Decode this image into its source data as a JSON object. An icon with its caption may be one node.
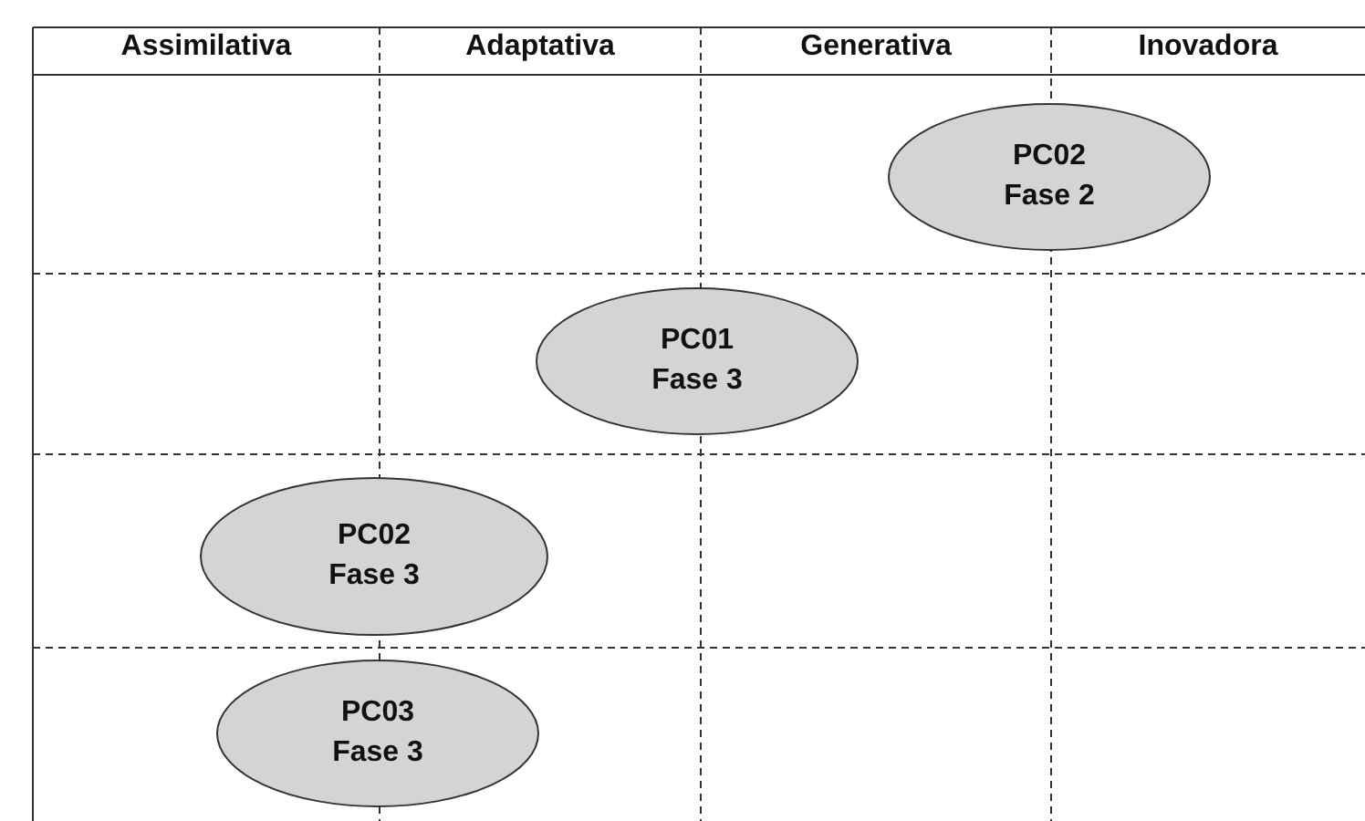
{
  "diagram": {
    "nodes": [
      {
        "text": [
          "PC02 Fase 2"
        ]
      },
      {
        "text": [
          "PC01 Fase 3"
        ]
      },
      {
        "text": [
          "PC02 Fase 3"
        ]
      },
      {
        "text": [
          "PC03 Fase 3"
        ]
      }
    ],
    "labels": [
      "Assimilativa",
      "Adaptativa",
      "Generativa",
      "Inovadora"
    ]
  }
}
